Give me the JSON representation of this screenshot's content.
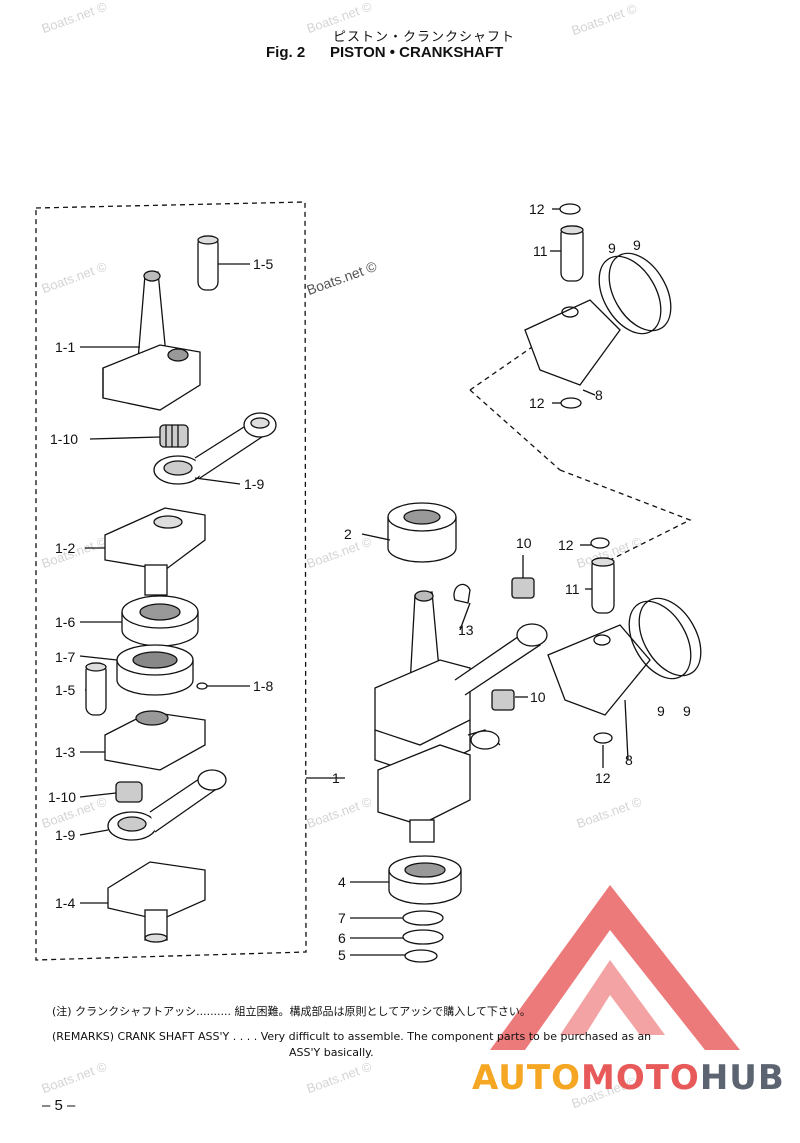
{
  "header": {
    "title_jp": "ピストン・クランクシャフト",
    "fig_label": "Fig. 2",
    "title": "PISTON • CRANKSHAFT"
  },
  "labels": {
    "l1_5_top": "1-5",
    "l1_1": "1-1",
    "l1_10_top": "1-10",
    "l1_9_top": "1-9",
    "l1_2": "1-2",
    "l1_6": "1-6",
    "l1_7": "1-7",
    "l1_5_bot": "1-5",
    "l1_8": "1-8",
    "l1_3": "1-3",
    "l1_10_bot": "1-10",
    "l1_9_bot": "1-9",
    "l1_4": "1-4",
    "l1": "1",
    "l2": "2",
    "l4": "4",
    "l5": "5",
    "l6": "6",
    "l7": "7",
    "l8_top": "8",
    "l8_bot": "8",
    "l9_a": "9",
    "l9_b": "9",
    "l9_c": "9",
    "l9_d": "9",
    "l10_top": "10",
    "l10_bot": "10",
    "l11_top": "11",
    "l11_bot": "11",
    "l12_a": "12",
    "l12_b": "12",
    "l12_c": "12",
    "l12_d": "12",
    "l13": "13"
  },
  "remarks": {
    "jp": "(注) クランクシャフトアッシ.......... 組立困難。構成部品は原則としてアッシで購入して下さい。",
    "en_line1": "(REMARKS) CRANK SHAFT ASS'Y . . . . Very difficult to assemble. The component parts to be purchased as an",
    "en_line2": "ASS'Y basically."
  },
  "page_number": "– 5 –",
  "watermark": "Boats.net ©",
  "brand": {
    "part1": "AUTO",
    "part2": "MOTO",
    "part3": "HUB"
  },
  "colors": {
    "line": "#111111",
    "watermark": "#d4d4d4",
    "logo_red": "#e85a5a",
    "logo_orange": "#f5a623",
    "logo_gray": "#5b6470"
  }
}
